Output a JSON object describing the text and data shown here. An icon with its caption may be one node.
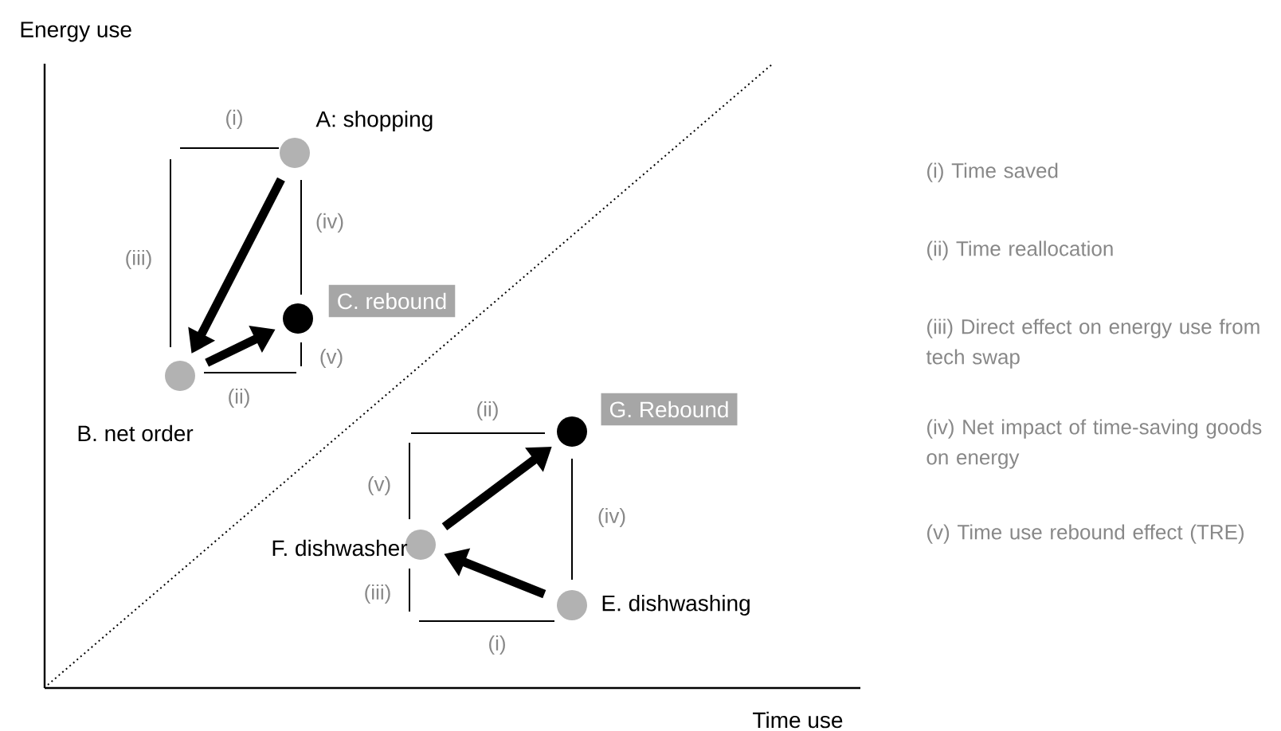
{
  "diagram": {
    "nodes": [
      {
        "text": [],
        "shape": "circle",
        "beside": [
          "A: shopping"
        ]
      },
      {
        "text": [],
        "shape": "circle",
        "beside": [
          "C. rebound"
        ]
      },
      {
        "text": [],
        "shape": "circle",
        "beside": [
          "B. net order"
        ]
      },
      {
        "text": [],
        "shape": "circle",
        "beside": [
          "G. Rebound"
        ]
      },
      {
        "text": [],
        "shape": "circle",
        "beside": [
          "F. dishwasher"
        ]
      },
      {
        "text": [],
        "shape": "circle",
        "beside": [
          "E. dishwashing"
        ]
      }
    ],
    "edges": [
      {
        "from": 0,
        "to": 2,
        "arrow": "to"
      },
      {
        "from": 2,
        "to": 1,
        "arrow": "to"
      },
      {
        "from": 5,
        "to": 4,
        "arrow": "to"
      },
      {
        "from": 4,
        "to": 3,
        "arrow": "to"
      }
    ],
    "labels": [
      "Energy use",
      "(i)",
      "(iv)",
      "(iii)",
      "(v)",
      "(ii)",
      "(ii)",
      "(v)",
      "(iv)",
      "(iii)",
      "(i)",
      "Time use",
      "(i) Time saved",
      "(ii) Time reallocation",
      "(iii) Direct effect on energy use from tech swap",
      "(iv) Net impact of time-saving goods on energy",
      "(v) Time use rebound effect (TRE)"
    ]
  }
}
